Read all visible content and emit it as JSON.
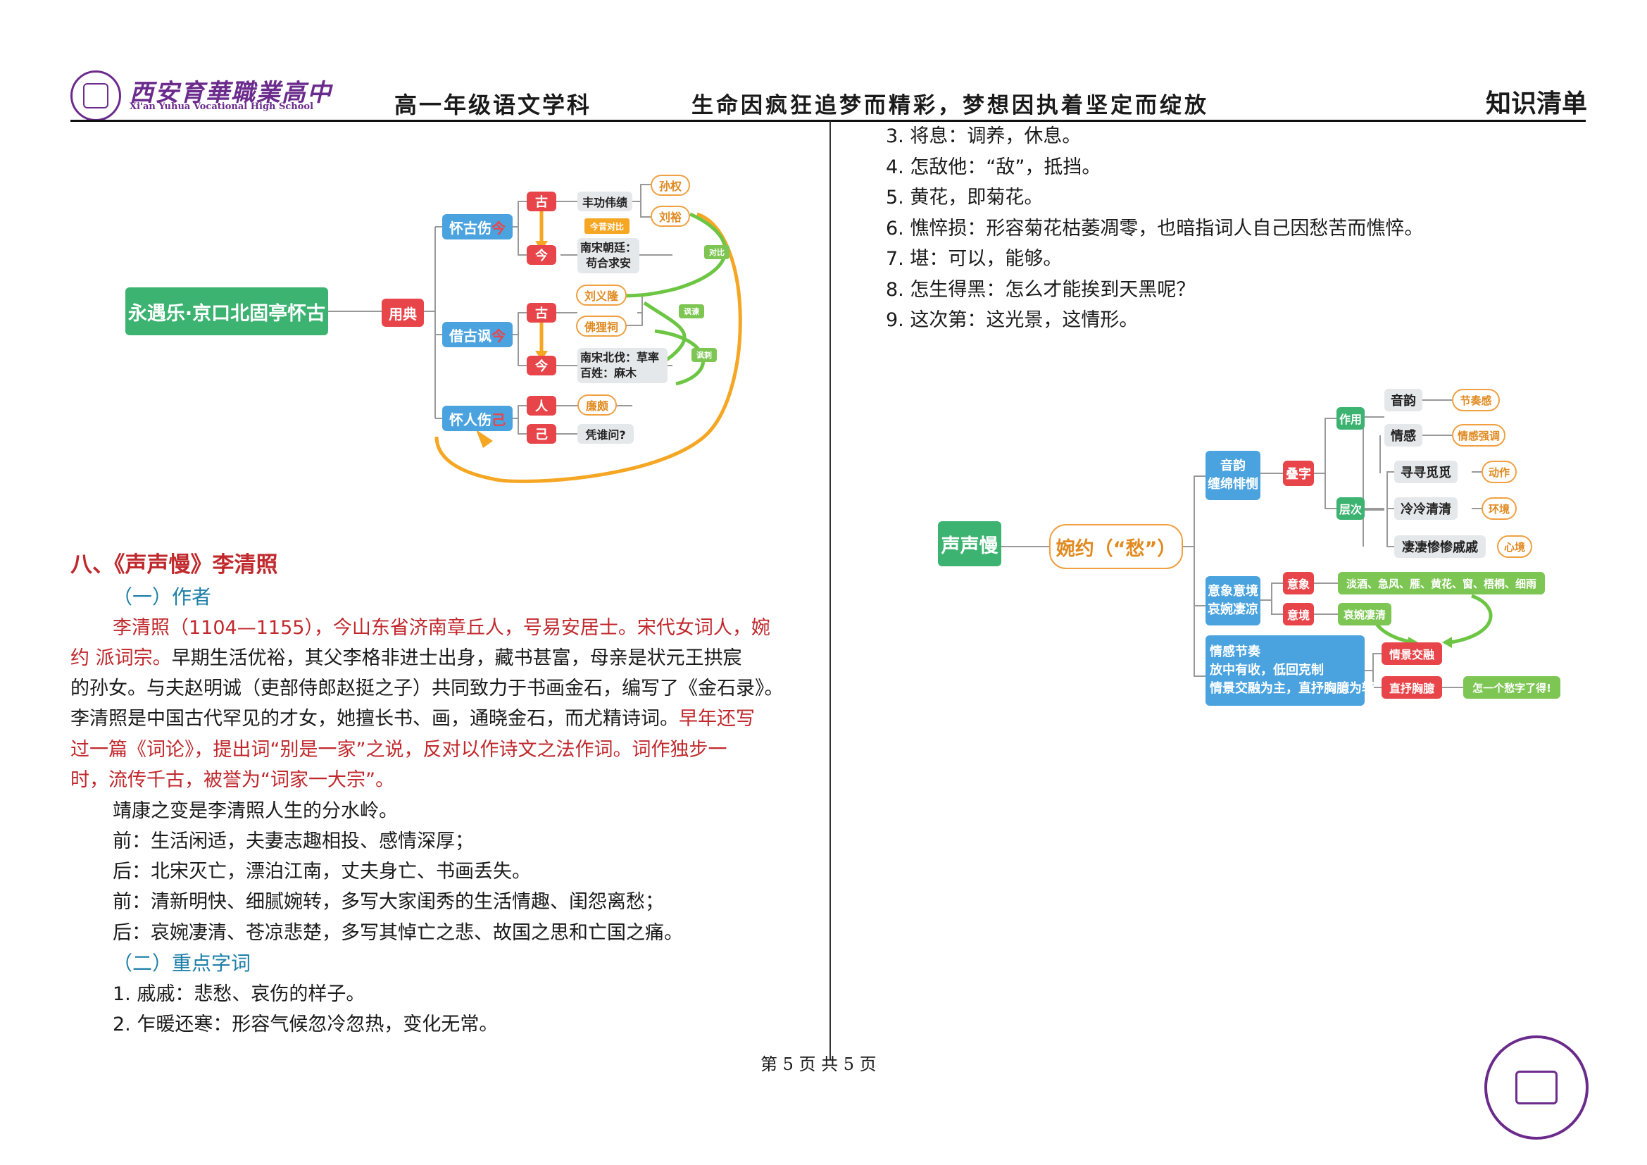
{
  "header": {
    "school_cn": "西安育華職業高中",
    "school_en": "Xi'an Yuhua Vocational High School",
    "subject": "高一年级语文学科",
    "motto": "生命因疯狂追梦而精彩，梦想因执着坚定而绽放",
    "right_title": "知识清单"
  },
  "left_map": {
    "root": "永遇乐·京口北固亭怀古",
    "mid": "用典",
    "b1": "怀古伤",
    "b1_hl": "今",
    "b2": "借古讽",
    "b2_hl": "今",
    "b3": "怀人伤",
    "b3_hl": "己",
    "gu": "古",
    "jin": "今",
    "ren": "人",
    "ji": "己",
    "fg": "丰功伟绩",
    "jinxi": "今昔对比",
    "nsct1": "南宋朝廷：",
    "nsct2": "苟合求安",
    "nsbf1": "南宋北伐：草率",
    "nsbf2": "百姓：麻木",
    "pxw": "凭谁问?",
    "sunquan": "孙权",
    "liuyu": "刘裕",
    "liuyilong": "刘义隆",
    "fulici": "佛狸祠",
    "lianpo": "廉颇",
    "duibi": "对比",
    "jiejian": "讽谏",
    "fengci": "讽刺"
  },
  "left_text": {
    "section": "八、《声声慢》李清照",
    "author_head": "（一）作者",
    "p1_red": "李清照（1104—1155），今山东省济南章丘人，号易安居士。宋代女词人，婉",
    "p2_red": "约 派词宗。",
    "p2_black": "早期生活优裕，其父李格非进士出身，藏书甚富，母亲是状元王拱宸",
    "p3": "的孙女。与夫赵明诚（吏部侍郎赵挺之子）共同致力于书画金石，编写了《金石录》。",
    "p4_black": "李清照是中国古代罕见的才女，她擅长书、画，通晓金石，而尤精诗词。",
    "p4_red": "早年还写",
    "p5_red": "过一篇《词论》，提出词“别是一家”之说，反对以作诗文之法作词。词作独步一",
    "p6_red": "时，流传千古，被誉为“词家一大宗”。",
    "l1": "靖康之变是李清照人生的分水岭。",
    "l2": "前：生活闲适，夫妻志趣相投、感情深厚；",
    "l3": "后：北宋灭亡，漂泊江南，丈夫身亡、书画丢失。",
    "l4": "前：清新明快、细腻婉转，多写大家闺秀的生活情趣、闺怨离愁；",
    "l5": "后：哀婉凄清、苍凉悲楚，多写其悼亡之悲、故国之思和亡国之痛。",
    "words_head": "（二）重点字词",
    "w1": "1.  戚戚：悲愁、哀伤的样子。",
    "w2": "2.  乍暖还寒：形容气候忽冷忽热，变化无常。"
  },
  "right_text": {
    "w3": "3.  将息：调养，休息。",
    "w4": "4.  怎敌他：“敌”，抵挡。",
    "w5": "5.  黄花，即菊花。",
    "w6": "6.  憔悴损：形容菊花枯萎凋零，也暗指词人自己因愁苦而憔悴。",
    "w7": "7.  堪：可以，能够。",
    "w8": "8.  怎生得黑：怎么才能挨到天黑呢？",
    "w9": "9.  这次第：这光景，这情形。"
  },
  "right_map": {
    "root": "声声慢",
    "mid": "婉约（“愁”）",
    "yy1": "音韵",
    "yy2": "缠绵悱恻",
    "diezi": "叠字",
    "zuoyong": "作用",
    "cengci": "层次",
    "yinyun": "音韵",
    "qinggan": "情感",
    "jiezou": "节奏感",
    "qgqd": "情感强调",
    "xunxun": "寻寻觅觅",
    "lengleng": "冷冷清清",
    "qiqi": "凄凄惨惨戚戚",
    "dongzuo": "动作",
    "huanjing": "环境",
    "xinjing": "心境",
    "yxyj1": "意象意境",
    "yxyj2": "哀婉凄凉",
    "yixiang": "意象",
    "yijing": "意境",
    "yx_list": "淡酒、急风、雁、黄花、窗、梧桐、细雨",
    "aiwan": "哀婉凄清",
    "qgjz1": "情感节奏",
    "qgjz2": "放中有收，低回克制",
    "qgjz3": "情景交融为主，直抒胸臆为辅",
    "qjjr": "情景交融",
    "zsxy": "直抒胸臆",
    "zyg": "怎一个愁字了得!"
  },
  "footer": {
    "page": "第 5 页 共 5 页"
  }
}
